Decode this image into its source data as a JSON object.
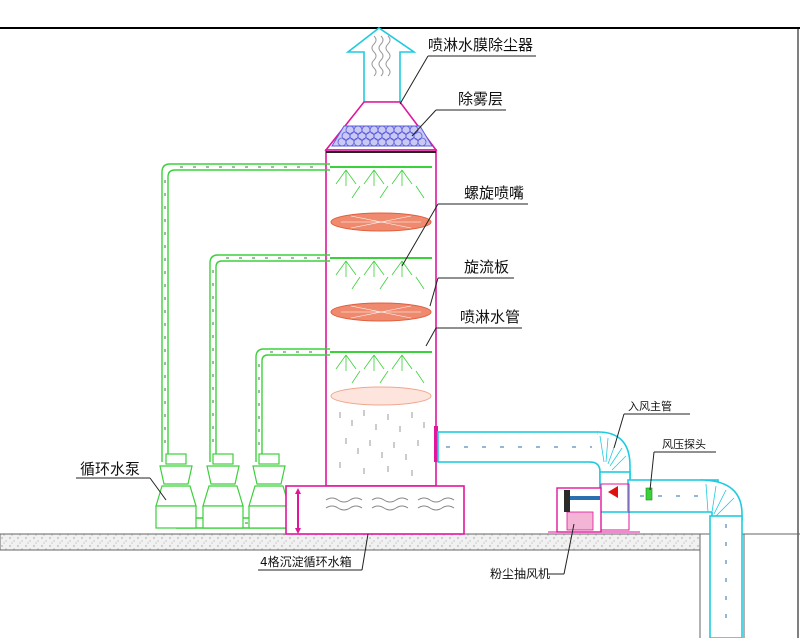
{
  "labels": {
    "membrane_dust_collector": "喷淋水膜除尘器",
    "demister_layer": "除雾层",
    "spiral_nozzle": "螺旋喷嘴",
    "swirl_plate": "旋流板",
    "spray_pipe": "喷淋水管",
    "circulation_pump": "循环水泵",
    "settling_tank": "4格沉淀循环水箱",
    "air_inlet_main": "入风主管",
    "pressure_probe": "风压探头",
    "dust_fan": "粉尘抽风机"
  },
  "colors": {
    "tower": "#e0169c",
    "cyan": "#1fcbe0",
    "green": "#3bd13b",
    "plate": "#f08a6e",
    "mist": "#5a5ce0",
    "leader": "#222222",
    "ground": "#b8b8b8",
    "red": "#e01010"
  }
}
